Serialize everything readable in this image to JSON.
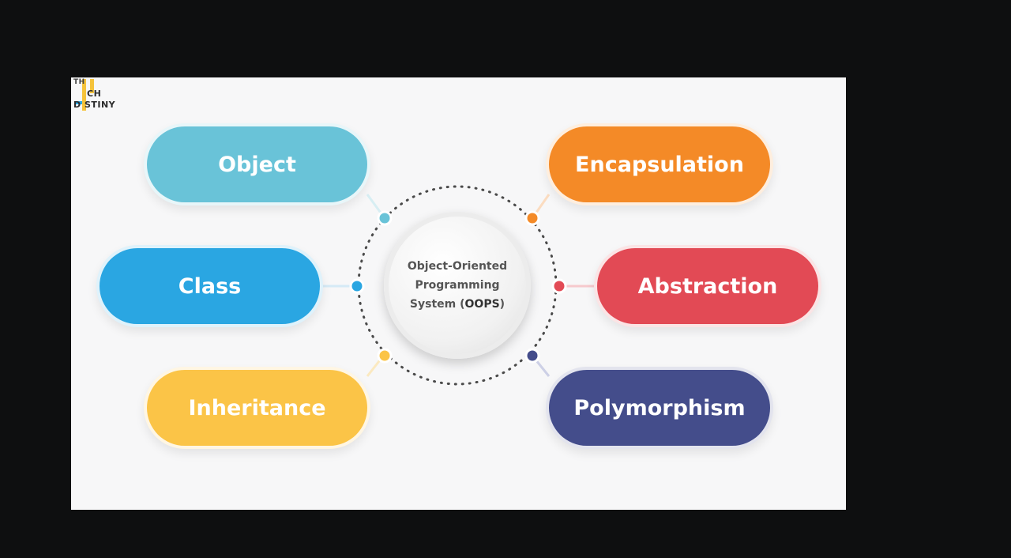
{
  "logo": {
    "line1": "TH",
    "line2": "CH",
    "line3": "D STINY"
  },
  "center": {
    "line1": "Object-Oriented",
    "line2": "Programming",
    "line3_prefix": "System (",
    "line3_abbr": "OOPS",
    "line3_suffix": ")"
  },
  "concepts": [
    {
      "label": "Object",
      "color": "#69c3d8"
    },
    {
      "label": "Class",
      "color": "#2aa6e2"
    },
    {
      "label": "Inheritance",
      "color": "#fbc447"
    },
    {
      "label": "Encapsulation",
      "color": "#f48a27"
    },
    {
      "label": "Abstraction",
      "color": "#e24a55"
    },
    {
      "label": "Polymorphism",
      "color": "#444d8b"
    }
  ],
  "colors": {
    "background": "#0e0f10",
    "panel": "#f7f7f8",
    "ring_dots": "#4a4a4a"
  }
}
